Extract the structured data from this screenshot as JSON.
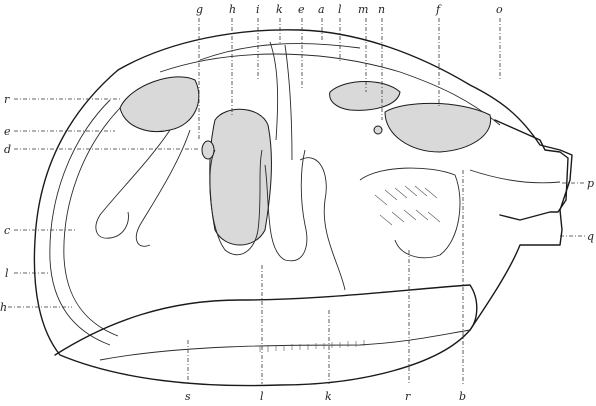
{
  "labels": {
    "top": [
      "g",
      "h",
      "i",
      "k",
      "e",
      "a",
      "l",
      "m",
      "n",
      "f",
      "o"
    ],
    "left": [
      "r",
      "e",
      "d",
      "c",
      "l",
      "h"
    ],
    "right": [
      "p",
      "q"
    ],
    "bottom": [
      "s",
      "l",
      "k",
      "r",
      "b"
    ]
  },
  "colors": {
    "ink": "#1a1a1a",
    "paper": "#ffffff",
    "stipple": "#d9d9d9"
  }
}
